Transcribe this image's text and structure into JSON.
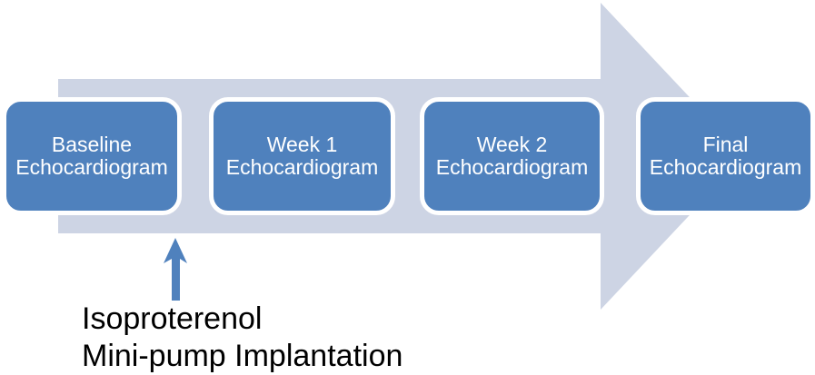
{
  "colors": {
    "accent": "#4f81bd",
    "arrow-light": "#cdd4e4",
    "box-border": "#ffffff",
    "box-text": "#ffffff",
    "caption-text": "#000000"
  },
  "diagram": {
    "type": "horizontal-process-timeline",
    "stages": [
      {
        "line1": "Baseline",
        "line2": "Echocardiogram"
      },
      {
        "line1": "Week 1",
        "line2": "Echocardiogram"
      },
      {
        "line1": "Week 2",
        "line2": "Echocardiogram"
      },
      {
        "line1": "Final",
        "line2": "Echocardiogram"
      }
    ],
    "annotation": {
      "line1": "Isoproterenol",
      "line2": "Mini-pump Implantation"
    }
  }
}
